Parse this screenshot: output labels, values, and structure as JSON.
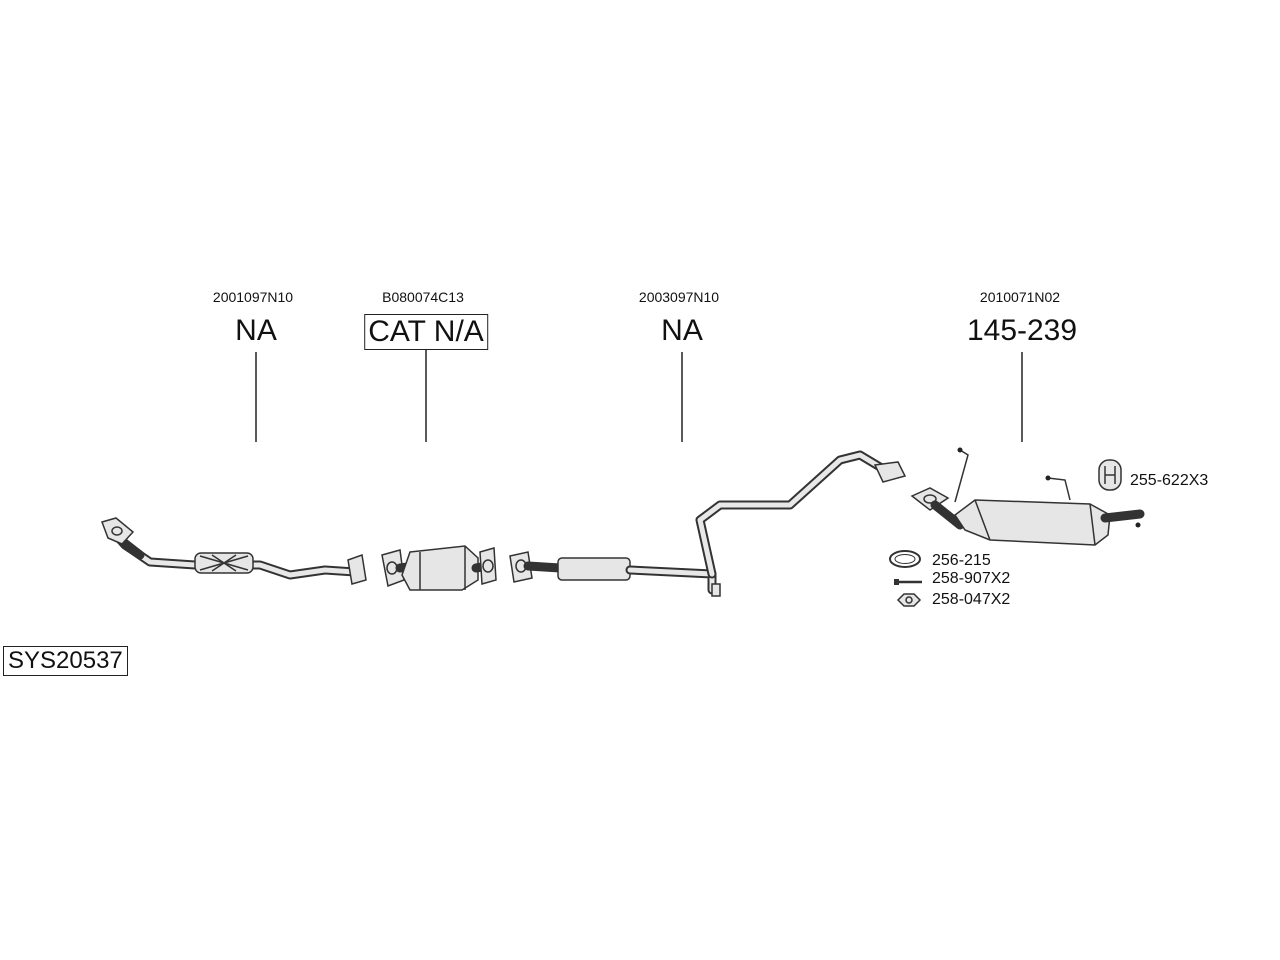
{
  "system_code": "SYS20537",
  "parts": [
    {
      "code": "2001097N10",
      "label": "NA",
      "boxed": false
    },
    {
      "code": "B080074C13",
      "label": "CAT N/A",
      "boxed": true
    },
    {
      "code": "2003097N10",
      "label": "NA",
      "boxed": false
    },
    {
      "code": "2010071N02",
      "label": "145-239",
      "boxed": false
    }
  ],
  "accessories": [
    {
      "label": "255-622X3",
      "icon": "hanger-icon"
    },
    {
      "label": "256-215",
      "icon": "gasket-ring-icon"
    },
    {
      "label": "258-907X2",
      "icon": "bolt-icon"
    },
    {
      "label": "258-047X2",
      "icon": "nut-icon"
    }
  ]
}
